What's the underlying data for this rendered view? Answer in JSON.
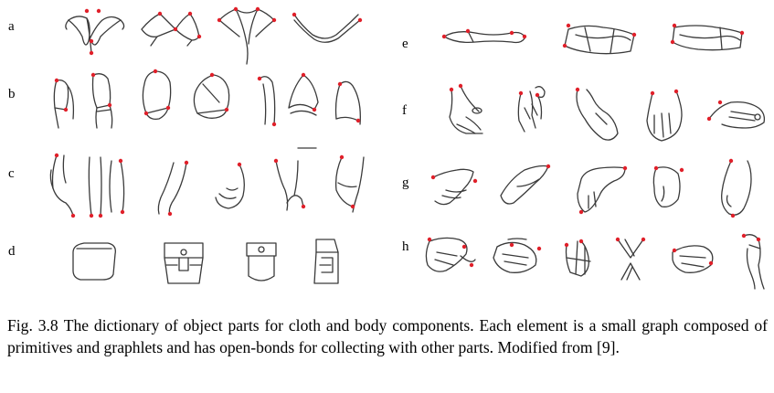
{
  "figure": {
    "rows_left": [
      "a",
      "b",
      "c",
      "d"
    ],
    "rows_right": [
      "e",
      "f",
      "g",
      "h"
    ],
    "bond_color": "#e0202a",
    "stroke_color": "#3a3a3a"
  },
  "caption": {
    "label": "Fig. 3.8",
    "text": "The dictionary of object parts for cloth and body components. Each element is a small graph composed of primitives and graphlets and has open-bonds for collecting with other parts. Modified from [9]."
  }
}
